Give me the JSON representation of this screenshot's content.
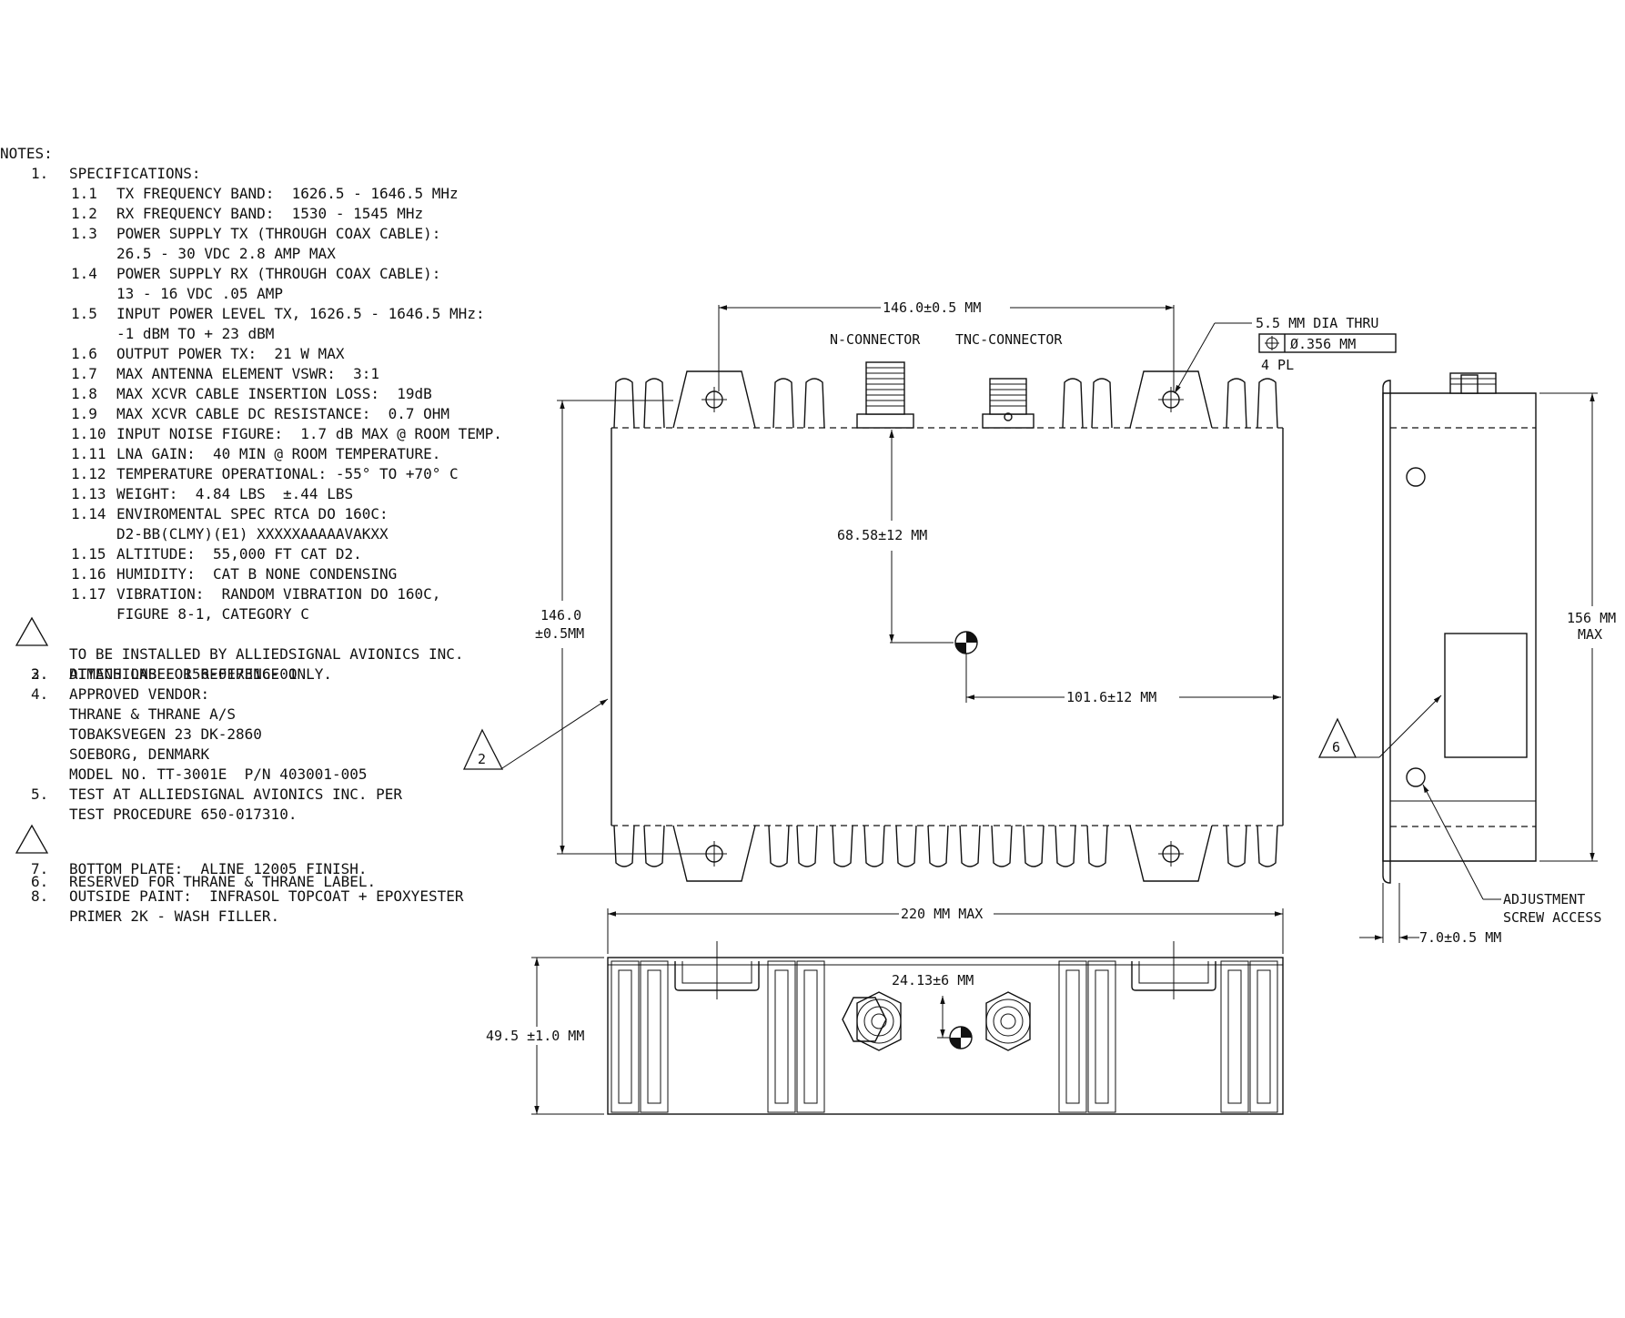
{
  "notes": {
    "heading": "NOTES:",
    "n1": {
      "num": "1.",
      "text": "SPECIFICATIONS:"
    },
    "s1_1": {
      "num": "1.1",
      "text": "TX FREQUENCY BAND:  1626.5 - 1646.5 MHz"
    },
    "s1_2": {
      "num": "1.2",
      "text": "RX FREQUENCY BAND:  1530 - 1545 MHz"
    },
    "s1_3": {
      "num": "1.3",
      "text": "POWER SUPPLY TX (THROUGH COAX CABLE):",
      "cont": "26.5 - 30 VDC 2.8 AMP MAX"
    },
    "s1_4": {
      "num": "1.4",
      "text": "POWER SUPPLY RX (THROUGH COAX CABLE):",
      "cont": "13 - 16 VDC .05 AMP"
    },
    "s1_5": {
      "num": "1.5",
      "text": "INPUT POWER LEVEL TX, 1626.5 - 1646.5 MHz:",
      "cont": "-1 dBM TO + 23 dBM"
    },
    "s1_6": {
      "num": "1.6",
      "text": "OUTPUT POWER TX:  21 W MAX"
    },
    "s1_7": {
      "num": "1.7",
      "text": "MAX ANTENNA ELEMENT VSWR:  3:1"
    },
    "s1_8": {
      "num": "1.8",
      "text": "MAX XCVR CABLE INSERTION LOSS:  19dB"
    },
    "s1_9": {
      "num": "1.9",
      "text": "MAX XCVR CABLE DC RESISTANCE:  0.7 OHM"
    },
    "s1_10": {
      "num": "1.10",
      "text": "INPUT NOISE FIGURE:  1.7 dB MAX @ ROOM TEMP."
    },
    "s1_11": {
      "num": "1.11",
      "text": "LNA GAIN:  40 MIN @ ROOM TEMPERATURE."
    },
    "s1_12": {
      "num": "1.12",
      "text": "TEMPERATURE OPERATIONAL: -55° TO +70° C"
    },
    "s1_13": {
      "num": "1.13",
      "text": "WEIGHT:  4.84 LBS  ±.44 LBS"
    },
    "s1_14": {
      "num": "1.14",
      "text": "ENVIROMENTAL SPEC RTCA DO 160C:",
      "cont": "D2-BB(CLMY)(E1) XXXXXAAAAAVAKXX"
    },
    "s1_15": {
      "num": "1.15",
      "text": "ALTITUDE:  55,000 FT CAT D2."
    },
    "s1_16": {
      "num": "1.16",
      "text": "HUMIDITY:  CAT B NONE CONDENSING"
    },
    "s1_17": {
      "num": "1.17",
      "text": "VIBRATION:  RANDOM VIBRATION DO 160C,",
      "cont": "FIGURE 8-1, CATEGORY C"
    },
    "n2": {
      "num": "2.",
      "text": "ATTACH LABEL 156-017316-01",
      "cont": "TO BE INSTALLED BY ALLIEDSIGNAL AVIONICS INC."
    },
    "n3": {
      "num": "3.",
      "text": "DIMENSIONS FOR REFERENCE ONLY."
    },
    "n4": {
      "num": "4.",
      "text": "APPROVED VENDOR:",
      "lines": [
        "THRANE & THRANE A/S",
        "TOBAKSVEGEN 23 DK-2860",
        "SOEBORG, DENMARK",
        "MODEL NO. TT-3001E  P/N 403001-005"
      ]
    },
    "n5": {
      "num": "5.",
      "text": "TEST AT ALLIEDSIGNAL AVIONICS INC. PER",
      "cont": "TEST PROCEDURE 650-017310."
    },
    "n6": {
      "num": "6.",
      "text": "RESERVED FOR THRANE & THRANE LABEL."
    },
    "n7": {
      "num": "7.",
      "text": "BOTTOM PLATE:  ALINE 12005 FINISH."
    },
    "n8": {
      "num": "8.",
      "text": "OUTSIDE PAINT:  INFRASOL TOPCOAT + EPOXYESTER",
      "cont": "PRIMER 2K - WASH FILLER."
    }
  },
  "dims": {
    "hole_spacing": "146.0±0.5 MM",
    "n_connector": "N-CONNECTOR",
    "tnc_connector": "TNC-CONNECTOR",
    "hole_dia": "5.5 MM DIA THRU",
    "hole_tol_symbol": "⌖",
    "hole_tol": "Ø.356 MM",
    "hole_count": "4 PL",
    "height_value": "146.0",
    "height_tol": "±0.5MM",
    "cg_vertical": "68.58±12 MM",
    "cg_horizontal": "101.6±12 MM",
    "width_max": "220 MM MAX",
    "thickness": "49.5 ±1.0 MM",
    "conn_spacing": "24.13±6 MM",
    "side_height": "156 MM",
    "side_height_max": "MAX",
    "flange": "7.0±0.5 MM",
    "adjust1": "ADJUSTMENT",
    "adjust2": "SCREW ACCESS",
    "flag_label": "2",
    "flag_thrane": "6"
  }
}
